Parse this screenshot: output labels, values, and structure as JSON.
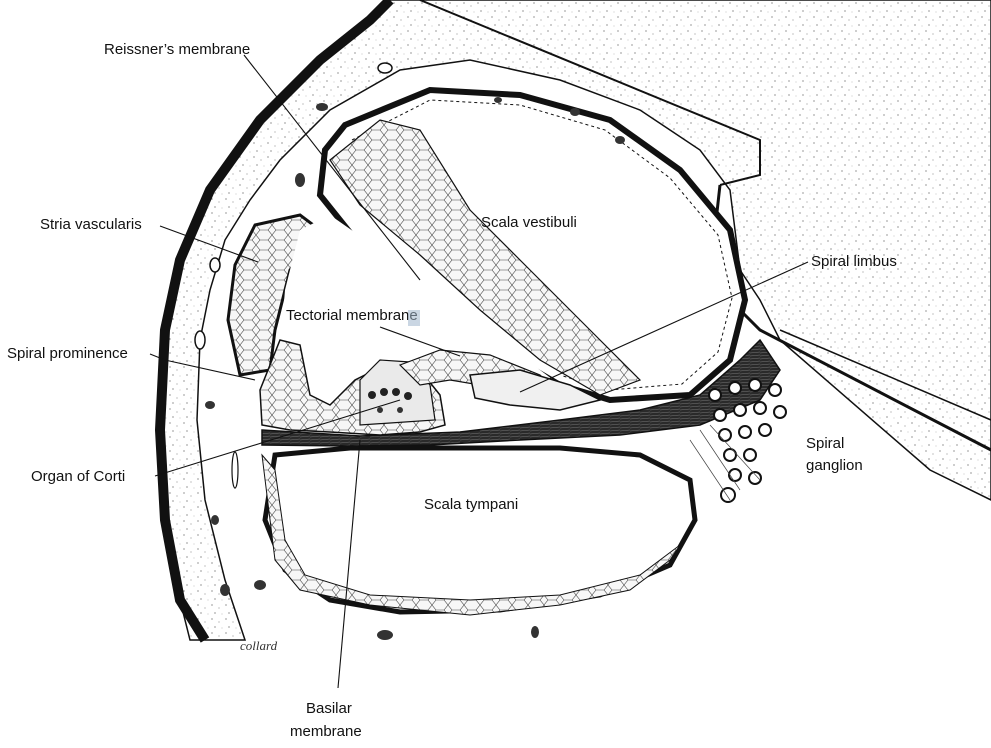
{
  "labels": {
    "reissners_membrane": "Reissner’s membrane",
    "stria_vascularis": "Stria vascularis",
    "scala_vestibuli": "Scala vestibuli",
    "spiral_limbus": "Spiral limbus",
    "tectorial_membrane": "Tectorial membrane",
    "spiral_prominence": "Spiral prominence",
    "spiral_ganglion_line1": "Spiral",
    "spiral_ganglion_line2": "ganglion",
    "organ_of_corti": "Organ of Corti",
    "scala_tympani": "Scala tympani",
    "basilar_membrane_line1": "Basilar",
    "basilar_membrane_line2": "membrane"
  },
  "signature": "collard",
  "colors": {
    "ink": "#111111",
    "paper": "#ffffff",
    "dark_tissue": "#1a1a1a",
    "light_tissue": "#f4f4f4",
    "highlight": "#9fb4cc"
  }
}
